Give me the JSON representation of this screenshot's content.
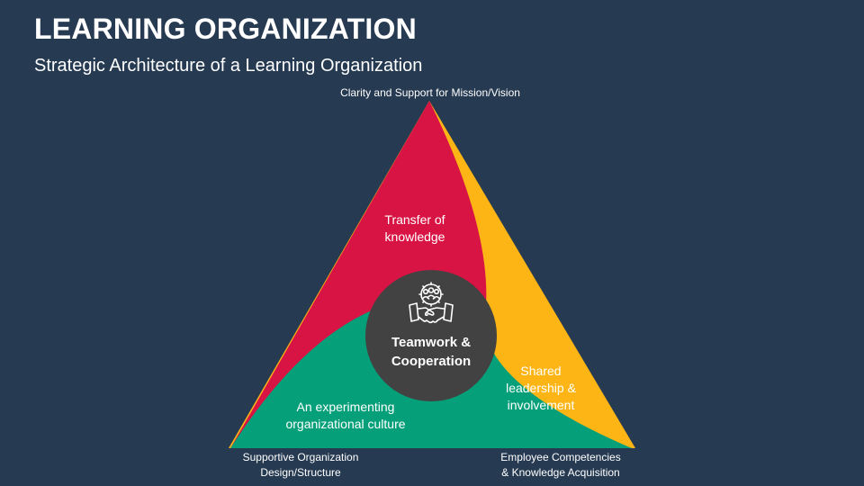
{
  "header": {
    "title": "LEARNING ORGANIZATION",
    "subtitle": "Strategic Architecture of a Learning Organization"
  },
  "diagram": {
    "corners": {
      "top": "Clarity and Support for Mission/Vision",
      "bottom_left_line1": "Supportive Organization",
      "bottom_left_line2": "Design/Structure",
      "bottom_right_line1": "Employee Competencies",
      "bottom_right_line2": "& Knowledge Acquisition"
    },
    "regions": {
      "transfer_line1": "Transfer of",
      "transfer_line2": "knowledge",
      "shared_line1": "Shared",
      "shared_line2": "leadership &",
      "shared_line3": "involvement",
      "culture_line1": "An experimenting",
      "culture_line2": "organizational culture"
    },
    "center": {
      "line1": "Teamwork &",
      "line2": "Cooperation",
      "icon": "teamwork-handshake-icon"
    },
    "colors": {
      "background": "#263a52",
      "red": "#d81444",
      "yellow": "#fdb515",
      "green": "#05a079",
      "center": "#424242"
    }
  }
}
